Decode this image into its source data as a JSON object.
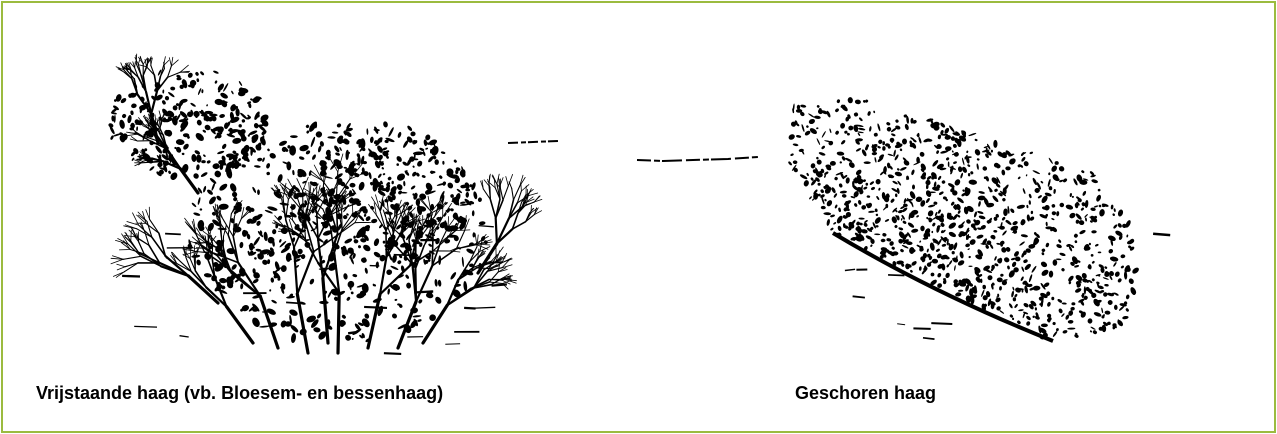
{
  "colors": {
    "border": "#9BBB3F",
    "ink": "#000000",
    "background": "#FFFFFF"
  },
  "illustrations": {
    "left": {
      "caption": "Vrijstaande haag (vb. Bloesem- en bessenhaag)",
      "sketch": "free-standing-hedge-sketch"
    },
    "right": {
      "caption": "Geschoren haag",
      "sketch": "clipped-hedge-sketch"
    }
  }
}
